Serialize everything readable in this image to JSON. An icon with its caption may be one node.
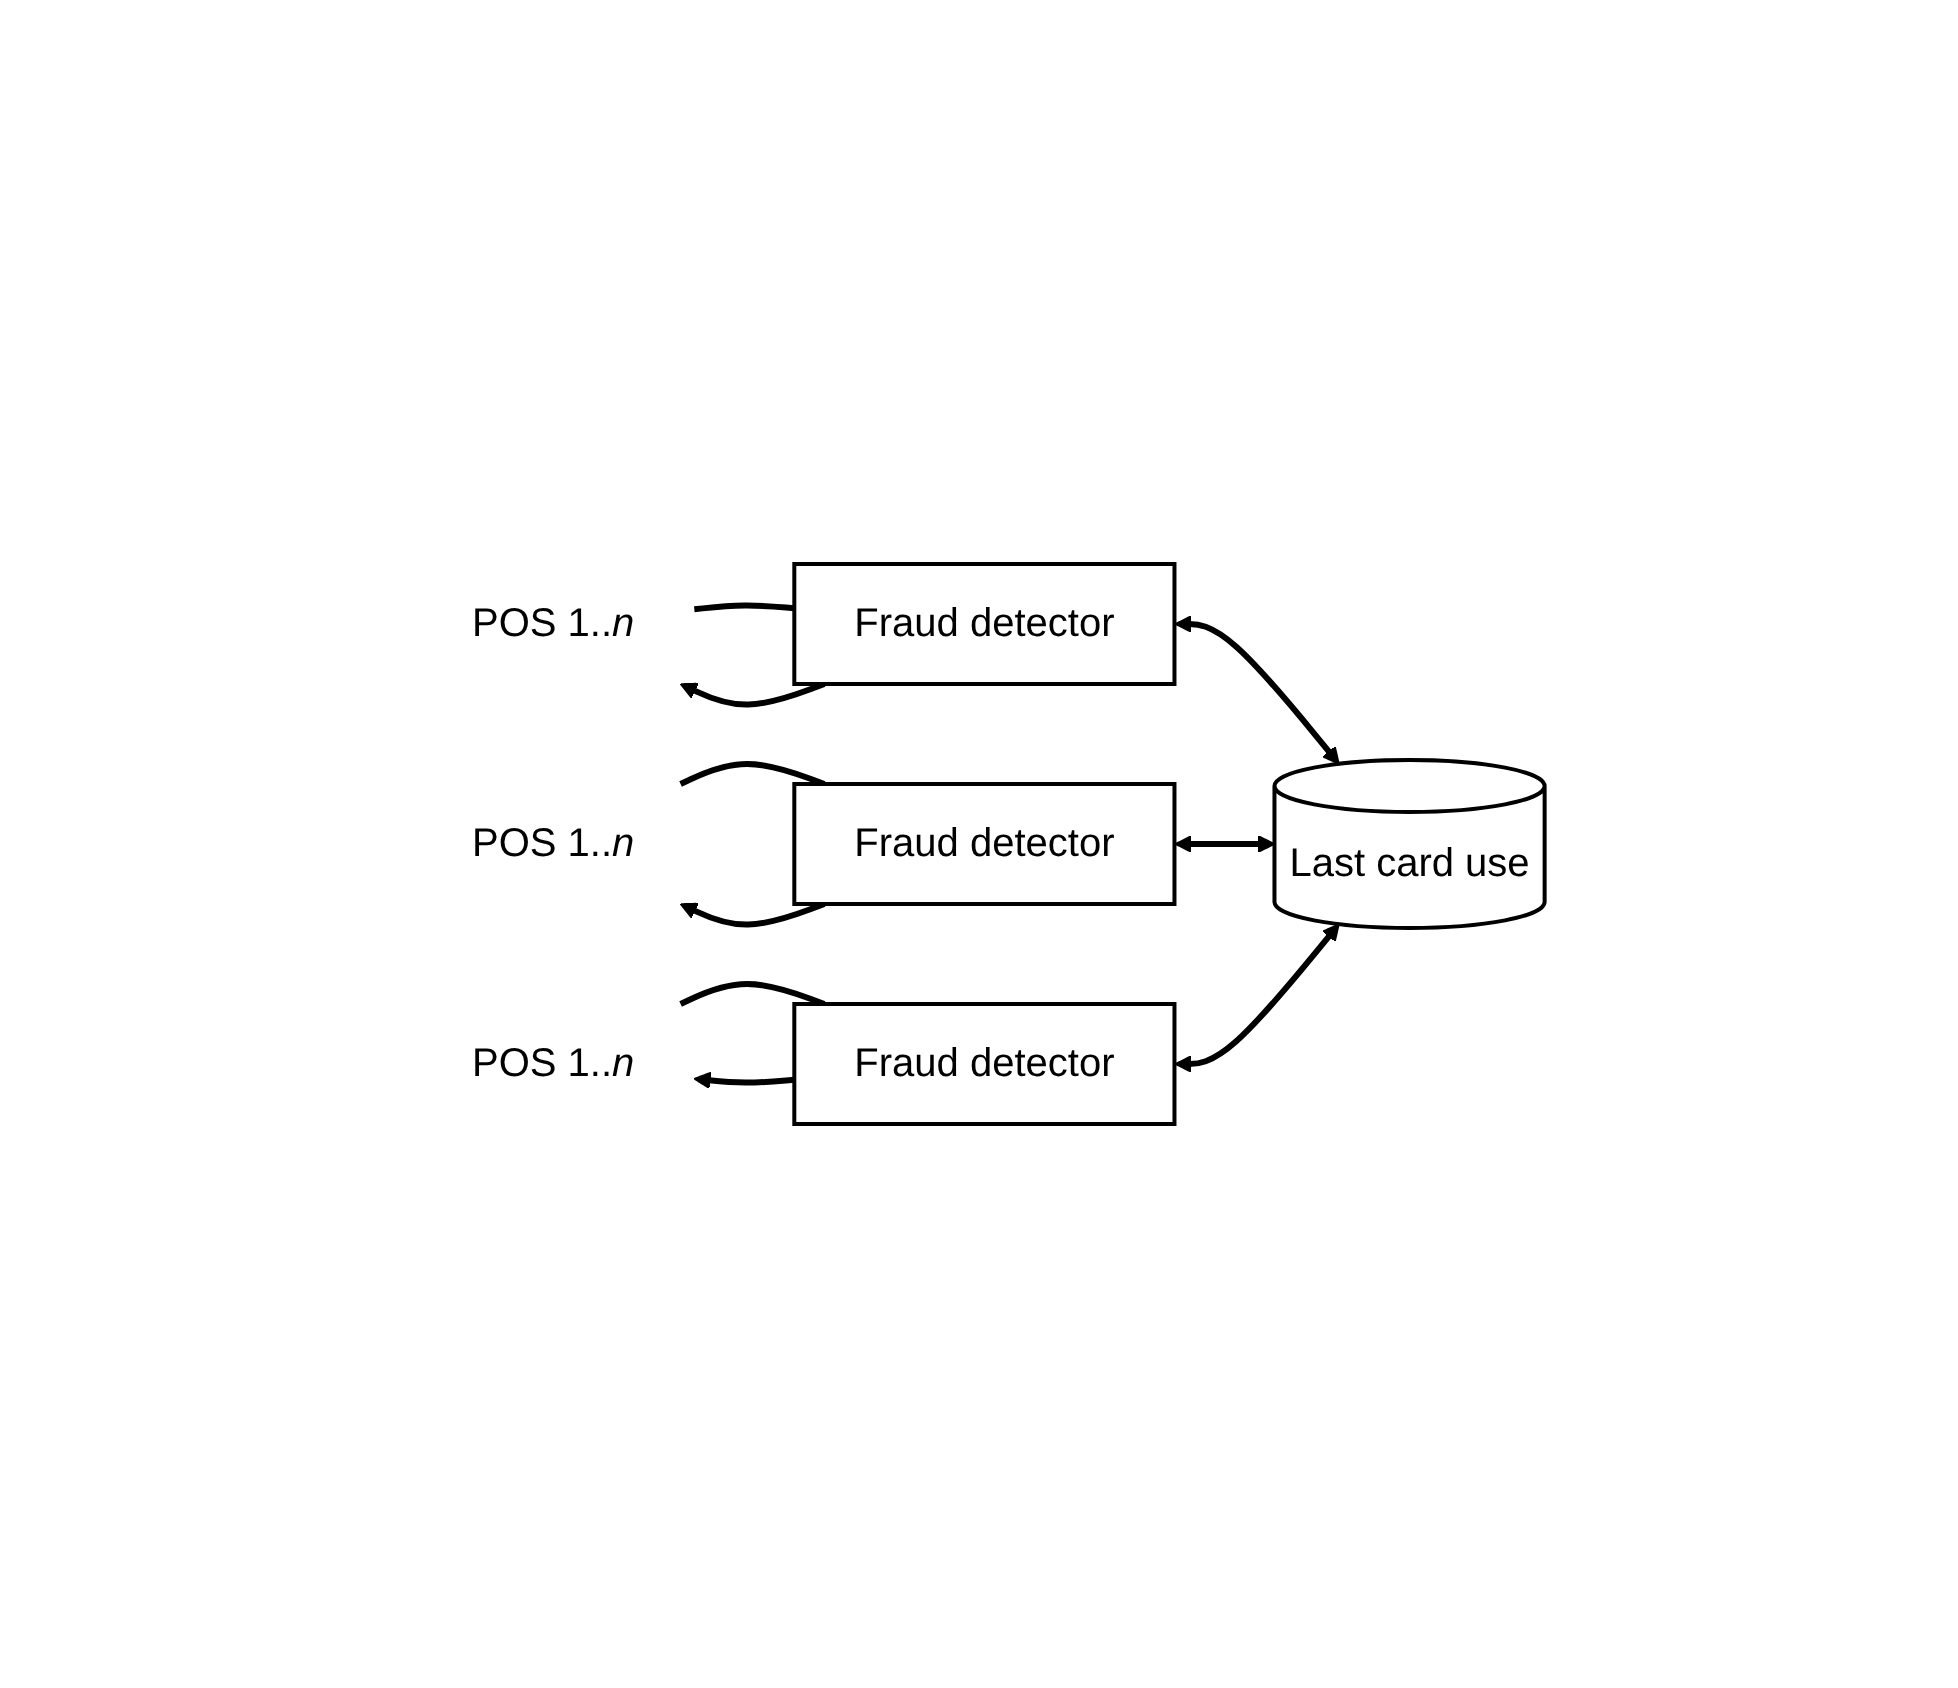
{
  "diagram": {
    "nodes": [
      {
        "text": [
          "POS 1..*n*"
        ]
      },
      {
        "text": [
          "Fraud detector"
        ]
      },
      {
        "text": [
          "POS 1..*n*"
        ]
      },
      {
        "text": [
          "Fraud detector"
        ]
      },
      {
        "text": [
          "POS 1..*n*"
        ]
      },
      {
        "text": [
          "Fraud detector"
        ]
      },
      {
        "text": [
          "Last card use"
        ]
      }
    ],
    "edges": [
      {
        "from": 0,
        "to": 1,
        "arrow": "none"
      },
      {
        "from": 1,
        "to": 0,
        "arrow": "to"
      },
      {
        "from": 2,
        "to": 3,
        "arrow": "none"
      },
      {
        "from": 3,
        "to": 2,
        "arrow": "to"
      },
      {
        "from": 4,
        "to": 5,
        "arrow": "none"
      },
      {
        "from": 5,
        "to": 4,
        "arrow": "to"
      },
      {
        "from": 1,
        "to": 6,
        "arrow": "both"
      },
      {
        "from": 3,
        "to": 6,
        "arrow": "both"
      },
      {
        "from": 5,
        "to": 6,
        "arrow": "both"
      }
    ]
  }
}
